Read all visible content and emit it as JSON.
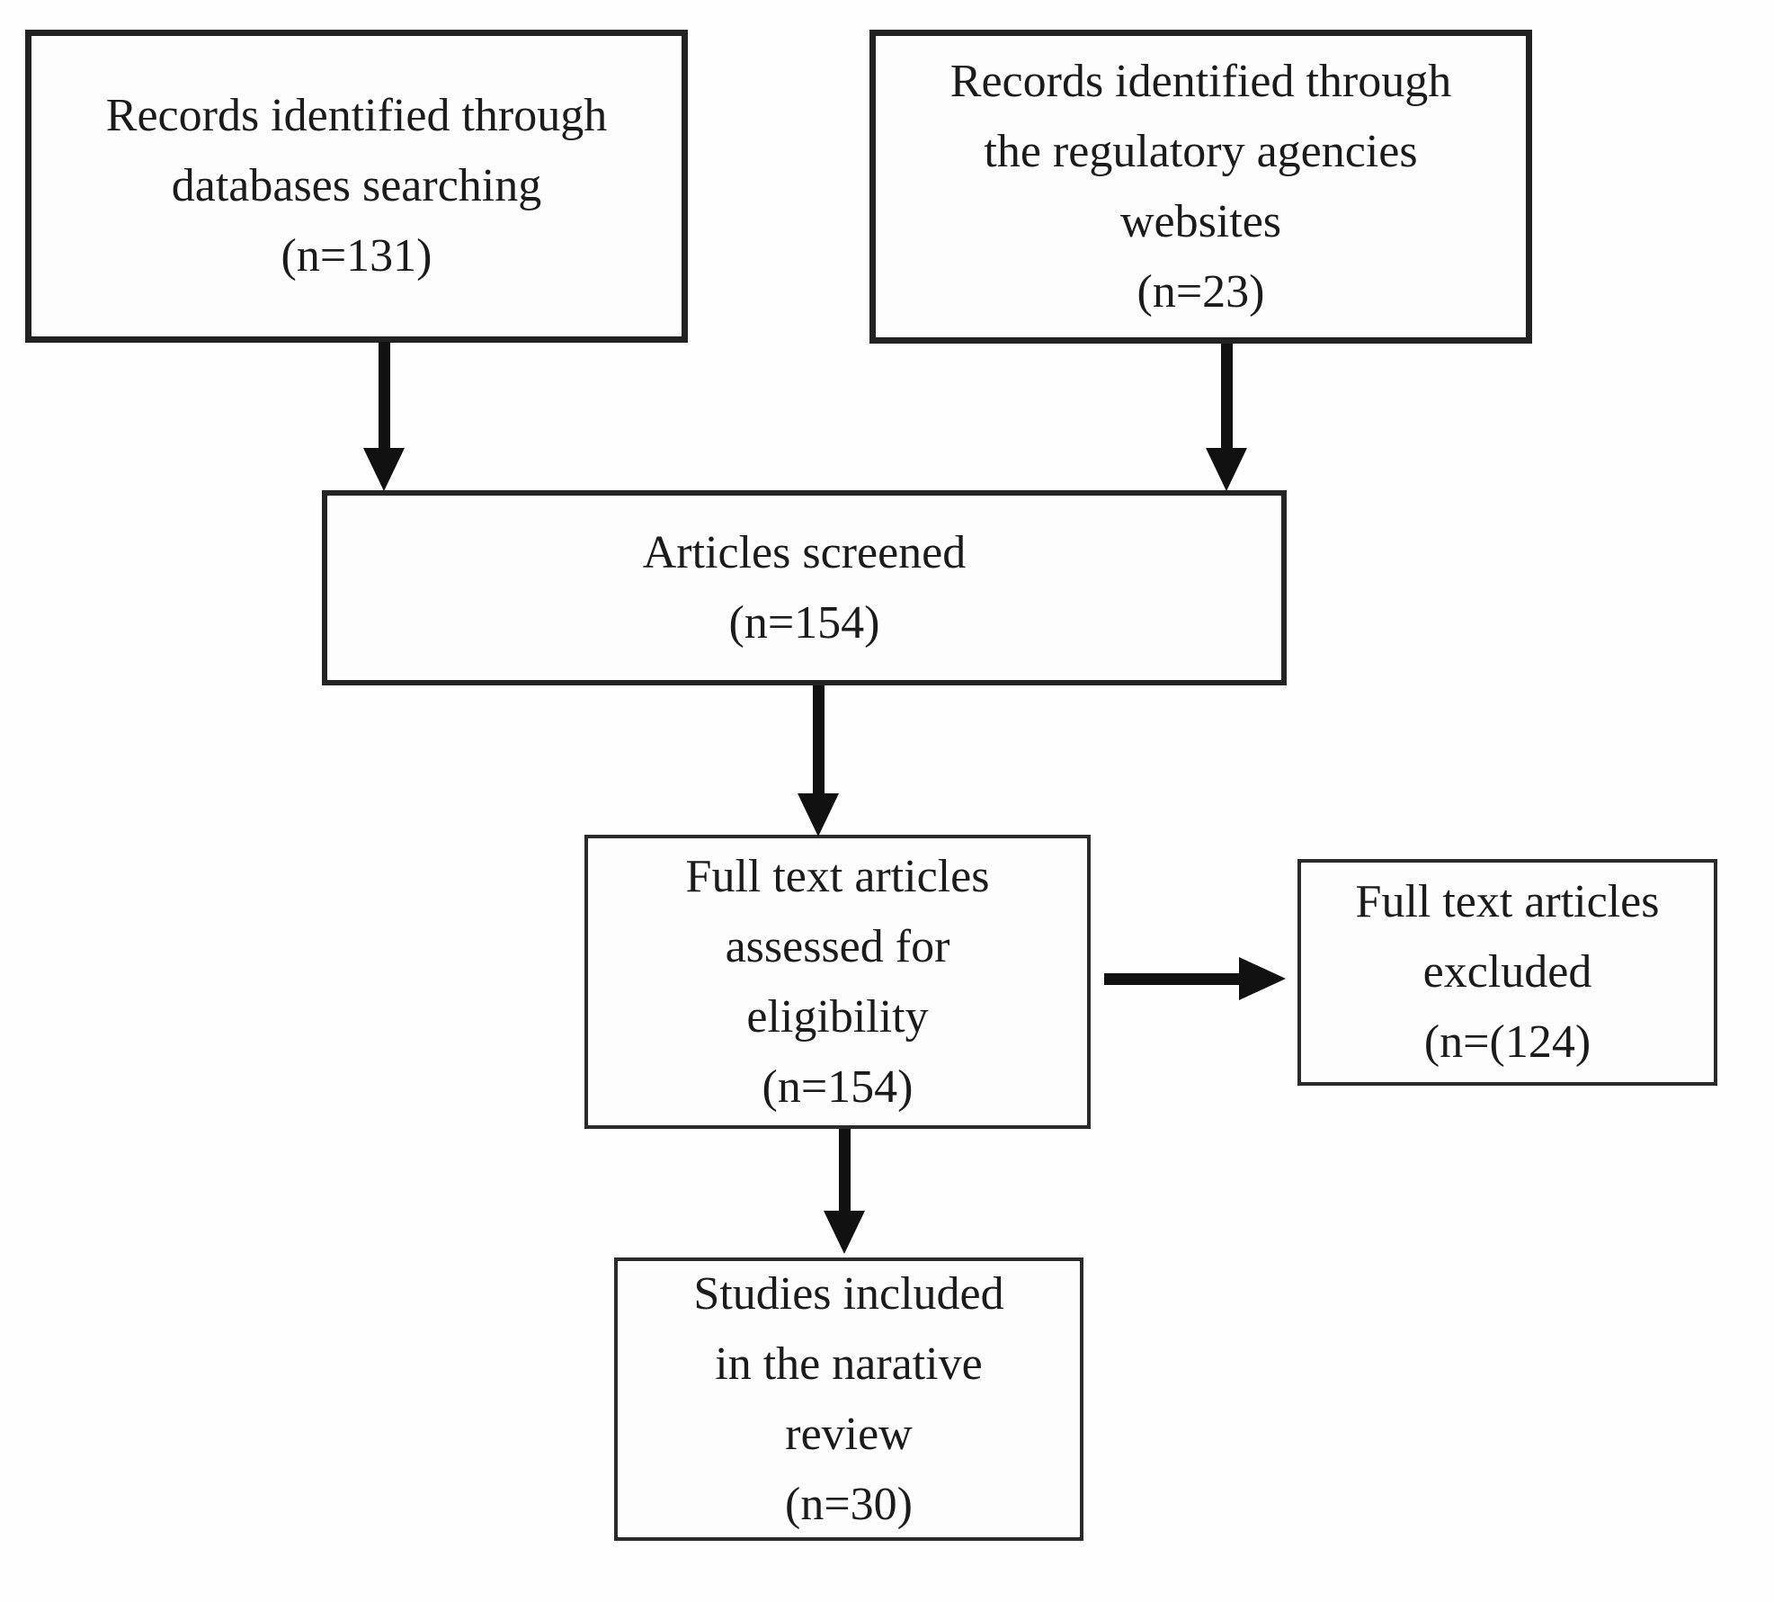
{
  "figure": {
    "type": "flowchart",
    "description": "PRISMA-style study selection flow diagram",
    "background_color": "#fefefe",
    "line_color": "#111111",
    "text_color": "#1b1b1b"
  },
  "boxes": [
    {
      "id": "db-records",
      "text": "Records identified through\ndatabases searching\n(n=131)"
    },
    {
      "id": "agency-records",
      "text": "Records identified through\nthe regulatory agencies\nwebsites\n(n=23)"
    },
    {
      "id": "screened",
      "text": "Articles screened\n(n=154)"
    },
    {
      "id": "assessed",
      "text": "Full text articles\nassessed for\neligibility\n(n=154)"
    },
    {
      "id": "excluded",
      "text": "Full text articles\nexcluded\n(n=(124)"
    },
    {
      "id": "included",
      "text": "Studies included\nin the narative\nreview\n(n=30)"
    }
  ],
  "connectors": [
    {
      "from": "db-records",
      "to": "screened",
      "direction": "down"
    },
    {
      "from": "agency-records",
      "to": "screened",
      "direction": "down"
    },
    {
      "from": "screened",
      "to": "assessed",
      "direction": "down"
    },
    {
      "from": "assessed",
      "to": "excluded",
      "direction": "right"
    },
    {
      "from": "assessed",
      "to": "included",
      "direction": "down"
    }
  ]
}
